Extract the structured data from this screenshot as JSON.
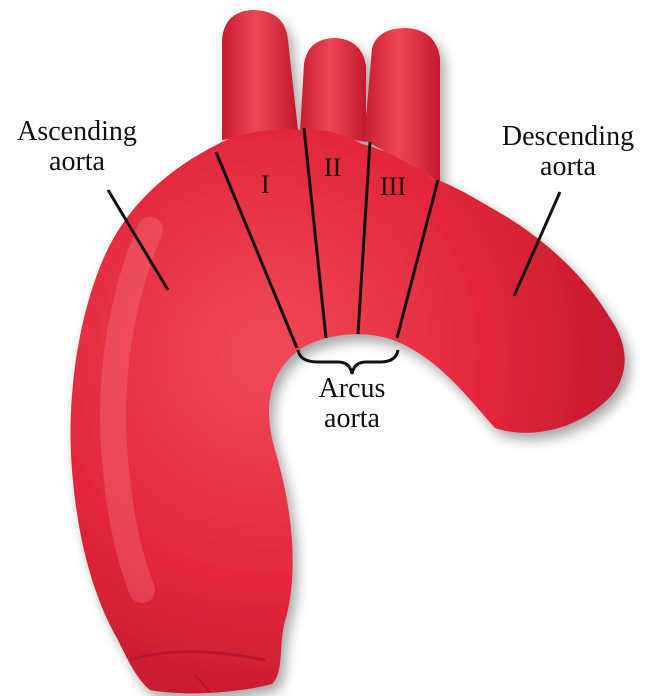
{
  "labels": {
    "ascending": [
      "Ascending",
      "aorta"
    ],
    "descending": [
      "Descending",
      "aorta"
    ],
    "arch": [
      "Arcus",
      "aorta"
    ]
  },
  "zones": [
    "I",
    "II",
    "III"
  ],
  "colors": {
    "vessel": "#e3263a",
    "vessel_dark": "#b51427",
    "vessel_light": "#f25a68",
    "lines": "#111111"
  }
}
